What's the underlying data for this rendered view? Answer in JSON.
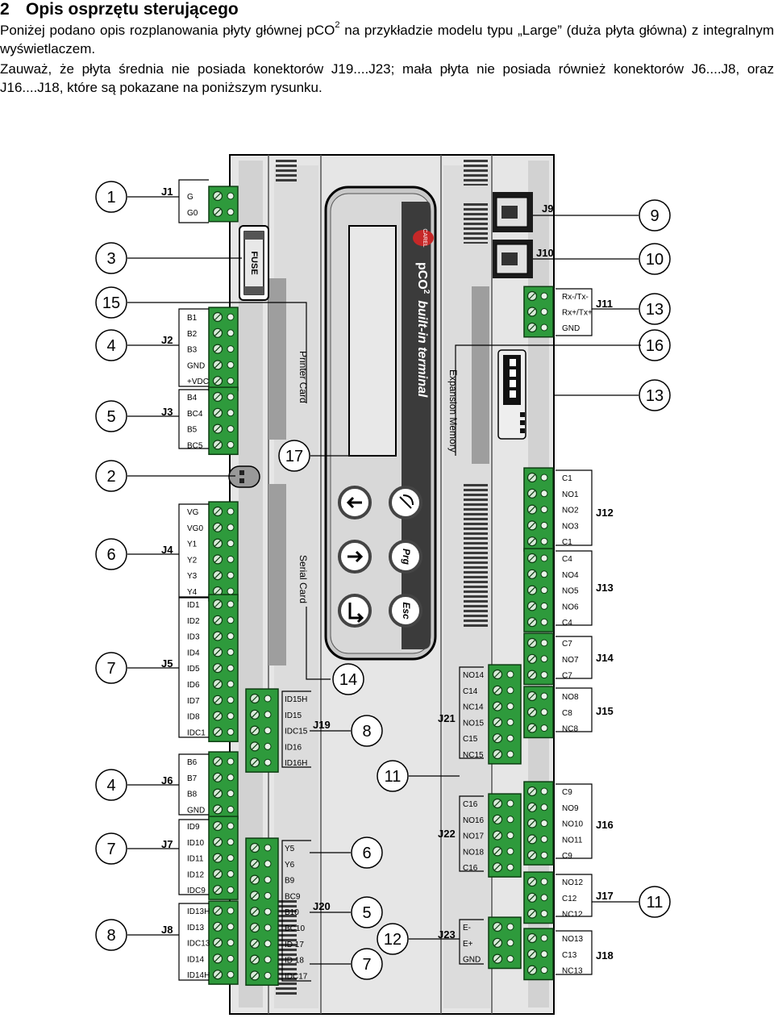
{
  "section": {
    "number": "2",
    "title": "Opis osprzętu sterującego"
  },
  "paragraph1": {
    "before_sup": "Poniżej podano opis rozplanowania płyty głównej pCO",
    "sup": "2",
    "after_sup": " na przykładzie modelu typu „Large” (duża płyta główna) z integralnym wyświetlaczem."
  },
  "paragraph2": "Zauważ, że płyta średnia nie posiada konektorów J19....J23; mała płyta nie posiada również konektorów J6....J8, oraz J16....J18, które są pokazane na poniższym rysunku.",
  "diagram": {
    "fuse_label": "FUSE",
    "brand_logo": "CAREL",
    "product_name": "pCO",
    "product_sup": "2",
    "product_subtitle": "built-in terminal",
    "printer_card": "Printer Card",
    "serial_card": "Serial Card",
    "expansion_memory": "Expansion Memory",
    "button_prg": "Prg",
    "button_esc": "Esc",
    "icons": [
      "left-arrow-icon",
      "right-arrow-icon",
      "enter-icon",
      "alarm-bell-icon"
    ],
    "connector_names": {
      "J1": "J1",
      "J2": "J2",
      "J3": "J3",
      "J4": "J4",
      "J5": "J5",
      "J6": "J6",
      "J7": "J7",
      "J8": "J8",
      "J9": "J9",
      "J10": "J10",
      "J11": "J11",
      "J12": "J12",
      "J13": "J13",
      "J14": "J14",
      "J15": "J15",
      "J16": "J16",
      "J17": "J17",
      "J18": "J18",
      "J19": "J19",
      "J20": "J20",
      "J21": "J21",
      "J22": "J22",
      "J23": "J23"
    },
    "pins": {
      "J1": [
        "G",
        "G0"
      ],
      "J2": [
        "B1",
        "B2",
        "B3",
        "GND",
        "+VDC"
      ],
      "J3": [
        "B4",
        "BC4",
        "B5",
        "BC5"
      ],
      "J4": [
        "VG",
        "VG0",
        "Y1",
        "Y2",
        "Y3",
        "Y4"
      ],
      "J5": [
        "ID1",
        "ID2",
        "ID3",
        "ID4",
        "ID5",
        "ID6",
        "ID7",
        "ID8",
        "IDC1"
      ],
      "J6": [
        "B6",
        "B7",
        "B8",
        "GND"
      ],
      "J7": [
        "ID9",
        "ID10",
        "ID11",
        "ID12",
        "IDC9"
      ],
      "J8": [
        "ID13H",
        "ID13",
        "IDC13",
        "ID14",
        "ID14H"
      ],
      "J11": [
        "Rx-/Tx-",
        "Rx+/Tx+",
        "GND"
      ],
      "J12": [
        "C1",
        "NO1",
        "NO2",
        "NO3",
        "C1"
      ],
      "J13": [
        "C4",
        "NO4",
        "NO5",
        "NO6",
        "C4"
      ],
      "J14": [
        "C7",
        "NO7",
        "C7"
      ],
      "J15": [
        "NO8",
        "C8",
        "NC8"
      ],
      "J16": [
        "C9",
        "NO9",
        "NO10",
        "NO11",
        "C9"
      ],
      "J17": [
        "NO12",
        "C12",
        "NC12"
      ],
      "J18": [
        "NO13",
        "C13",
        "NC13"
      ],
      "J19": [
        "ID15H",
        "ID15",
        "IDC15",
        "ID16",
        "ID16H"
      ],
      "J20": [
        "Y5",
        "Y6",
        "B9",
        "BC9",
        "B10",
        "BC10",
        "ID 17",
        "ID 18",
        "IDC17"
      ],
      "J21": [
        "NO14",
        "C14",
        "NC14",
        "NO15",
        "C15",
        "NC15"
      ],
      "J22": [
        "C16",
        "NO16",
        "NO17",
        "NO18",
        "C16"
      ],
      "J23": [
        "E-",
        "E+",
        "GND"
      ]
    },
    "callouts": {
      "c1": "1",
      "c2": "2",
      "c3": "3",
      "c15": "15",
      "c4a": "4",
      "c5a": "5",
      "c6a": "6",
      "c7a": "7",
      "c4b": "4",
      "c7b": "7",
      "c8a": "8",
      "c9": "9",
      "c10": "10",
      "c13a": "13",
      "c16": "16",
      "c13b": "13",
      "c11a": "11",
      "c17": "17",
      "c14": "14",
      "c8b": "8",
      "c11b": "11",
      "c6b": "6",
      "c5b": "5",
      "c12": "12",
      "c7c": "7"
    }
  }
}
